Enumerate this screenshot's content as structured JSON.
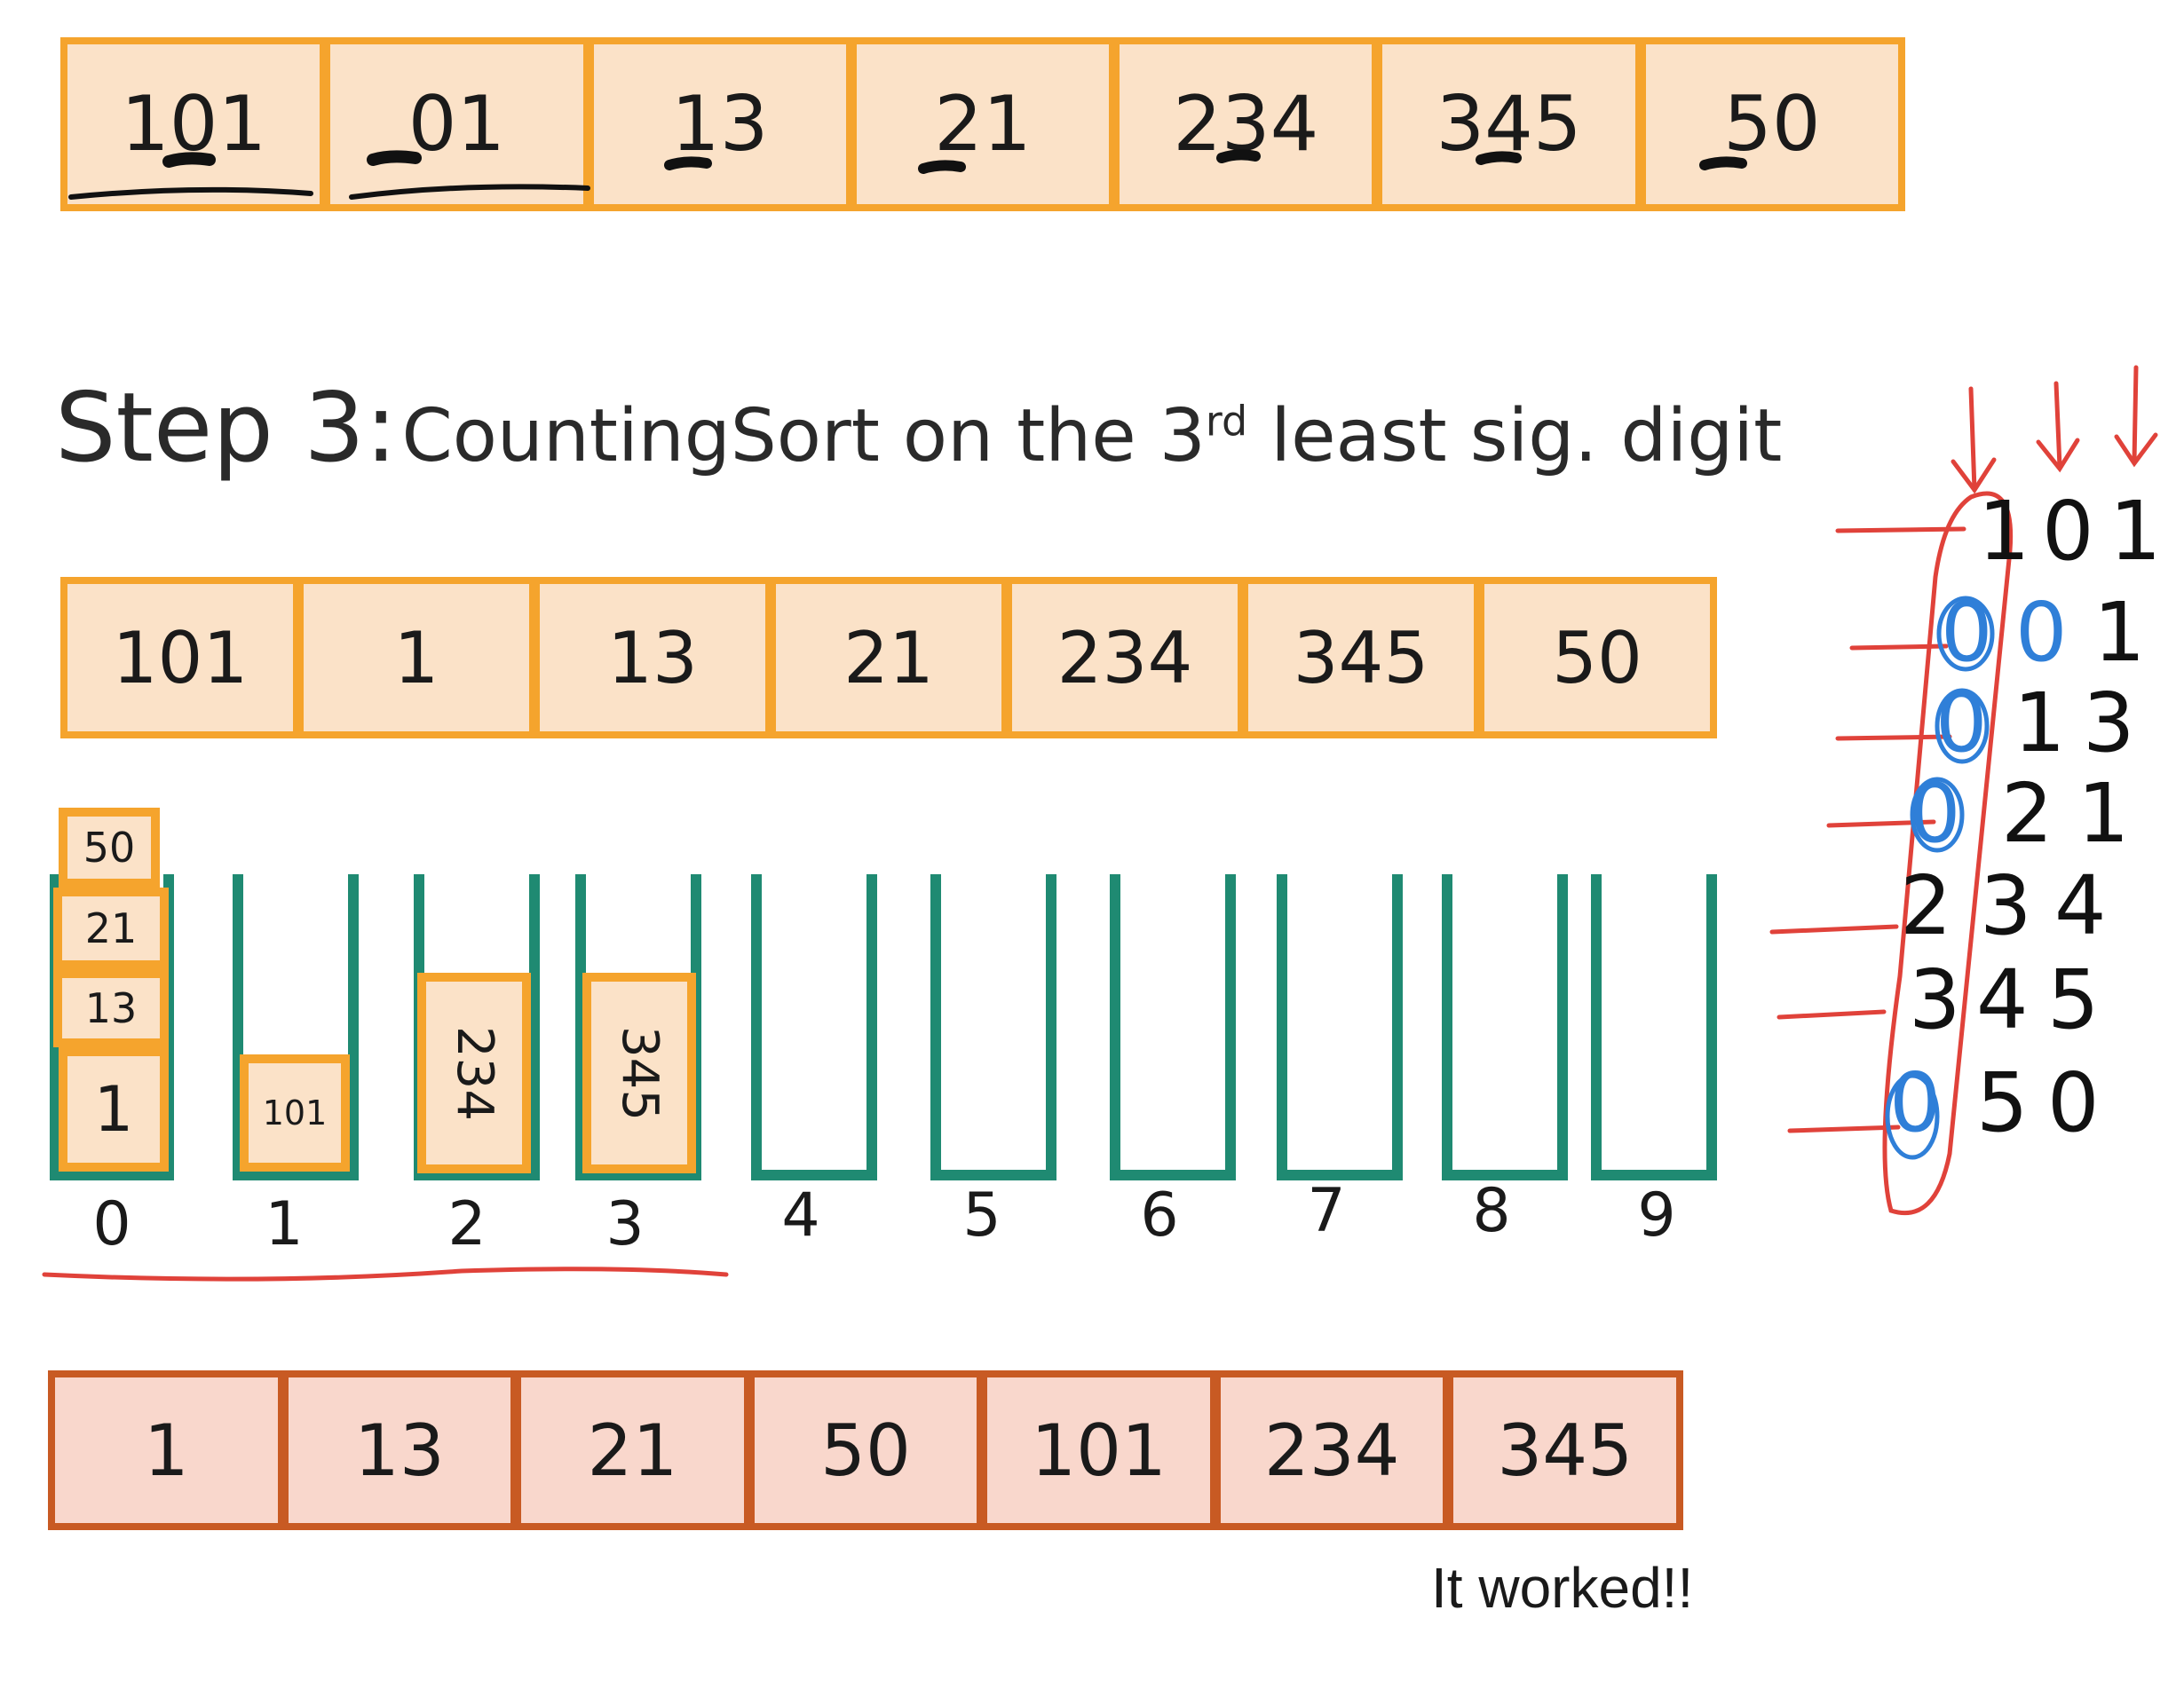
{
  "top_row": [
    "101",
    "01",
    "13",
    "21",
    "234",
    "345",
    "50"
  ],
  "step": {
    "label": "Step 3:",
    "text_before": "CountingSort on the 3",
    "superscript": "rd",
    "text_after": " least sig. digit"
  },
  "input_row": [
    "101",
    "1",
    "13",
    "21",
    "234",
    "345",
    "50"
  ],
  "buckets": {
    "labels": [
      "0",
      "1",
      "2",
      "3",
      "4",
      "5",
      "6",
      "7",
      "8",
      "9"
    ],
    "contents": {
      "b0_bottom": "1",
      "b0_second": "13",
      "b0_third": "21",
      "b0_top": "50",
      "b1": "101",
      "b2": "234",
      "b3": "345"
    }
  },
  "output_row": [
    "1",
    "13",
    "21",
    "50",
    "101",
    "234",
    "345"
  ],
  "caption": "It worked!!",
  "handwritten_column": {
    "rows": [
      {
        "hundreds": "1",
        "tens": "0",
        "ones": "1"
      },
      {
        "hundreds": "0",
        "tens": "0",
        "ones": "1"
      },
      {
        "hundreds": "0",
        "tens": "1",
        "ones": "3"
      },
      {
        "hundreds": "0",
        "tens": "2",
        "ones": "1"
      },
      {
        "hundreds": "2",
        "tens": "3",
        "ones": "4"
      },
      {
        "hundreds": "3",
        "tens": "4",
        "ones": "5"
      },
      {
        "hundreds": "0",
        "tens": "5",
        "ones": "0"
      }
    ]
  },
  "colors": {
    "array_border": "#f5a42d",
    "array_fill": "#fbe2c8",
    "output_border": "#c85a23",
    "output_fill": "#f9d7cc",
    "bucket": "#1f8a72",
    "annotation_red": "#e0423a",
    "annotation_blue": "#2f7fd8"
  }
}
